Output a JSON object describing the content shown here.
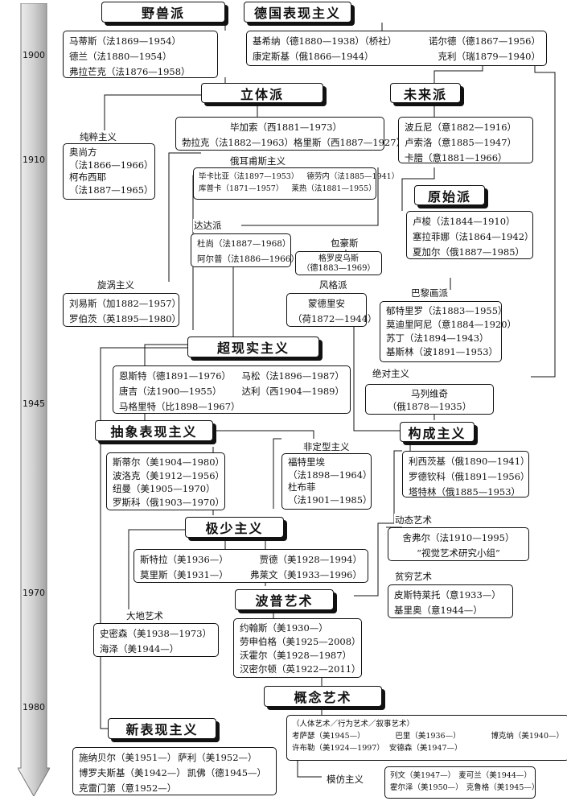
{
  "years": [
    "1900",
    "1910",
    "1945",
    "1970",
    "1980"
  ],
  "movements": {
    "fauvism": {
      "title": "野兽派",
      "members": [
        "马蒂斯（法1869—1954）",
        "德兰（法1880—1954）",
        "弗拉芒克（法1876—1958）"
      ]
    },
    "expressionism": {
      "title": "德国表现主义",
      "members": [
        [
          "基希纳（德1880—1938）（桥社）",
          "诺尔德（德1867—1956）"
        ],
        [
          "康定斯基（俄1866—1944）",
          "克利（瑞1879—1940）"
        ]
      ]
    },
    "cubism": {
      "title": "立体派",
      "members": [
        "毕加索（西1881—1973）",
        "勃拉克（法1882—1963）格里斯（西1887—1927）"
      ]
    },
    "futurism": {
      "title": "未来派",
      "members": [
        "波丘尼（意1882—1916）",
        "卢索洛（意1885—1947）",
        "卡腊（意1881—1966）"
      ]
    },
    "purism": {
      "label": "纯粹主义",
      "members": [
        "奥尚方",
        "（法1866—1966）",
        "柯布西耶",
        "（法1887—1965）"
      ]
    },
    "orphism": {
      "label": "俄耳甫斯主义",
      "members": [
        [
          "毕卡比亚（法1897—1953）",
          "德劳内（法1885—1941）"
        ],
        [
          "库普卡（1871—1957）",
          "莱热（法1881—1955）"
        ]
      ]
    },
    "primitivism": {
      "title": "原始派",
      "members": [
        "卢梭（法1844—1910）",
        "塞拉菲娜（法1864—1942）",
        "夏加尔（俄1887—1985）"
      ]
    },
    "dada": {
      "label": "达达派",
      "members": [
        "杜尚（法1887—1968）",
        "阿尔普（法1886—1966）"
      ]
    },
    "bauhaus": {
      "label": "包豪斯",
      "members": [
        "格罗皮乌斯",
        "（德1883—1969）"
      ]
    },
    "vorticism": {
      "label": "旋涡主义",
      "members": [
        "刘易斯（加1882—1957）",
        "罗伯茨（英1895—1980）"
      ]
    },
    "destijl": {
      "label": "风格派",
      "members": [
        "蒙德里安",
        "（荷1872—1944）"
      ]
    },
    "paris": {
      "label": "巴黎画派",
      "members": [
        "郁特里罗（法1883—1955）",
        "莫迪里阿尼（意1884—1920）",
        "苏丁（法1894—1943）",
        "基斯林（波1891—1953）"
      ]
    },
    "surrealism": {
      "title": "超现实主义",
      "members": [
        [
          "恩斯特（德1891—1976）",
          "马松（法1896—1987）"
        ],
        [
          "唐吉（法1900—1955）",
          "达利（西1904—1989）"
        ],
        [
          "马格里特（比1898—1967）",
          ""
        ]
      ]
    },
    "suprematism": {
      "label": "绝对主义",
      "members": [
        "马列维奇",
        "（俄1878—1935）"
      ]
    },
    "abstract_expressionism": {
      "title": "抽象表现主义",
      "members": [
        "斯蒂尔（美1904—1980）",
        "波洛克（美1912—1956）",
        "纽曼（美1905—1970）",
        "罗斯科（俄1903—1970）"
      ]
    },
    "informel": {
      "label": "非定型主义",
      "members": [
        "福特里埃",
        "（法1898—1964）",
        "杜布菲",
        "（法1901—1985）"
      ]
    },
    "constructivism": {
      "title": "构成主义",
      "members": [
        "利西茨基（俄1890—1941）",
        "罗德钦科（俄1891—1956）",
        "塔特林（俄1885—1953）"
      ]
    },
    "minimalism": {
      "title": "极少主义",
      "members": [
        [
          "斯特拉（美1936—）",
          "贾德（美1928—1994）"
        ],
        [
          "莫里斯（美1931—）",
          "弗莱文（美1933—1996）"
        ]
      ]
    },
    "kinetic": {
      "label": "动态艺术",
      "members": [
        "舍弗尔（法1910—1995）",
        "“视觉艺术研究小组”"
      ]
    },
    "arte_povera": {
      "label": "贫穷艺术",
      "members": [
        "皮斯特莱托（意1933—）",
        "基里奥（意1944—）"
      ]
    },
    "land_art": {
      "label": "大地艺术",
      "members": [
        "史密森（美1938—1973）",
        "海泽（美1944—）"
      ]
    },
    "pop_art": {
      "title": "波普艺术",
      "members": [
        "约翰斯（美1930—）",
        "劳申伯格（美1925—2008）",
        "沃霍尔（美1928—1987）",
        "汉密尔顿（英1922—2011）"
      ]
    },
    "conceptual": {
      "title": "概念艺术",
      "subtitle": "（人体艺术／行为艺术／叙事艺术）",
      "members": [
        [
          "考萨瑟（美1945—）",
          "巴里（美1936—）",
          "博克纳（美1940—）"
        ],
        [
          "许布勒（美1924—1997）",
          "安德森（美1947—）",
          ""
        ]
      ]
    },
    "neo_expressionism": {
      "title": "新表现主义",
      "members": [
        [
          "施纳贝尔（美1951—）",
          "萨利（美1952—）"
        ],
        [
          "博罗夫斯基（美1942—）",
          "凯佛（德1945—）"
        ],
        [
          "克雷门第（意1952—）",
          ""
        ]
      ]
    },
    "appropriation": {
      "label": "模仿主义",
      "members": [
        [
          "列文（美1947—）",
          "麦可兰（美1944—）"
        ],
        [
          "霍尔泽（美1950—）",
          "克鲁格（美1945—）"
        ]
      ]
    }
  },
  "colors": {
    "line": "#111111",
    "arrow_light": "#e6e6e6",
    "arrow_dark": "#9a9a9a"
  }
}
